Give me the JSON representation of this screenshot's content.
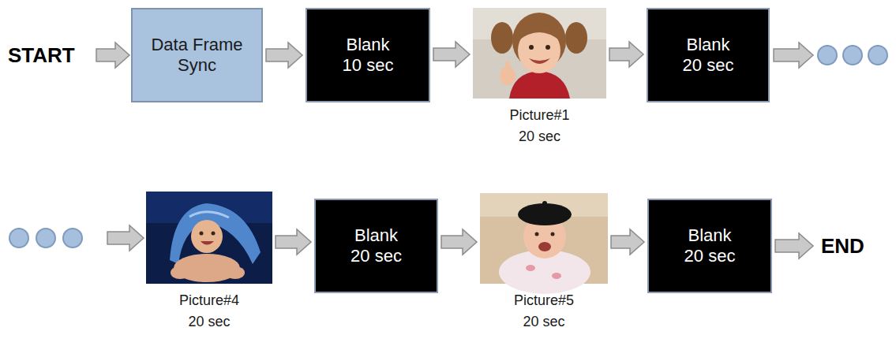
{
  "diagram": {
    "nodes": [
      {
        "text": [
          "Data Frame Sync"
        ]
      },
      {
        "text": [
          "Blank 10 sec"
        ]
      },
      {
        "text": [
          "Picture#1 20 sec"
        ]
      },
      {
        "text": [
          "Blank 20 sec"
        ]
      },
      {
        "text": [
          "Picture#4 20 sec"
        ]
      },
      {
        "text": [
          "Blank 20 sec"
        ]
      },
      {
        "text": [
          "Picture#5 20 sec"
        ]
      },
      {
        "text": [
          "Blank 20 sec"
        ]
      }
    ],
    "edges": [
      {
        "from": 0,
        "to": 1,
        "arrow": "to"
      },
      {
        "from": 1,
        "to": 2,
        "arrow": "to"
      },
      {
        "from": 2,
        "to": 3,
        "arrow": "to"
      },
      {
        "from": 4,
        "to": 5,
        "arrow": "to"
      },
      {
        "from": 5,
        "to": 6,
        "arrow": "to"
      },
      {
        "from": 6,
        "to": 7,
        "arrow": "to"
      }
    ],
    "labels": [
      "START",
      "END"
    ]
  }
}
